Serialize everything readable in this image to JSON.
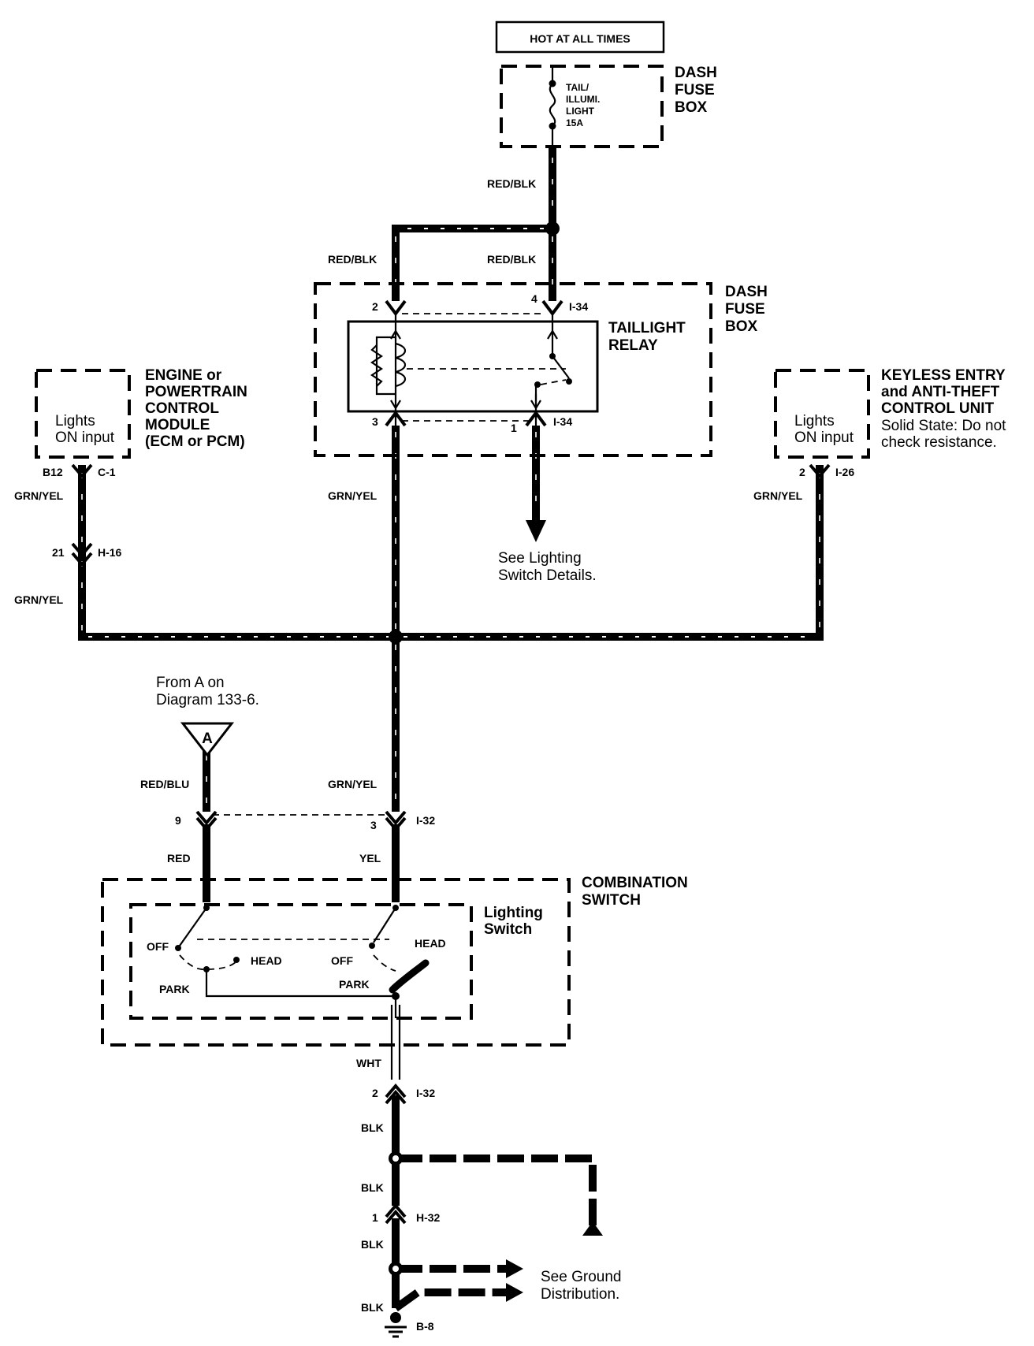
{
  "power": {
    "source_label": "HOT AT ALL TIMES",
    "fuse_box_top": [
      "DASH",
      "FUSE",
      "BOX"
    ],
    "fuse_label": [
      "TAIL/",
      "ILLUMI.",
      "LIGHT",
      "15A"
    ]
  },
  "wires": {
    "red_blk": "RED/BLK",
    "grn_yel": "GRN/YEL",
    "red_blu": "RED/BLU",
    "red": "RED",
    "yel": "YEL",
    "wht": "WHT",
    "blk": "BLK"
  },
  "relay_box": {
    "box_label": [
      "DASH",
      "FUSE",
      "BOX"
    ],
    "relay_label": [
      "TAILLIGHT",
      "RELAY"
    ],
    "pin_2": "2",
    "pin_4": "4",
    "pin_3": "3",
    "pin_1": "1",
    "connector": "I-34"
  },
  "ecm": {
    "label": [
      "ENGINE or",
      "POWERTRAIN",
      "CONTROL",
      "MODULE",
      "(ECM or PCM)"
    ],
    "input": [
      "Lights",
      "ON input"
    ],
    "pin": "B12",
    "connector": "C-1",
    "joint_pin": "21",
    "joint_connector": "H-16"
  },
  "keyless": {
    "label": [
      "KEYLESS ENTRY",
      "and ANTI-THEFT",
      "CONTROL UNIT"
    ],
    "note": [
      "Solid State: Do not",
      "check resistance."
    ],
    "input": [
      "Lights",
      "ON input"
    ],
    "pin": "2",
    "connector": "I-26"
  },
  "lighting_switch_ref": [
    "See Lighting",
    "Switch Details."
  ],
  "from_a": [
    "From A on",
    "Diagram 133-6."
  ],
  "a_marker": "A",
  "combination_switch": {
    "label": [
      "COMBINATION",
      "SWITCH"
    ],
    "inner_label": [
      "Lighting",
      "Switch"
    ],
    "pin_9": "9",
    "pin_3": "3",
    "connector": "I-32",
    "off": "OFF",
    "park": "PARK",
    "head": "HEAD",
    "pin_2": "2"
  },
  "ground": {
    "joint_pin": "1",
    "joint_connector": "H-32",
    "ground_ref": [
      "See Ground",
      "Distribution."
    ],
    "ground_point": "B-8"
  }
}
